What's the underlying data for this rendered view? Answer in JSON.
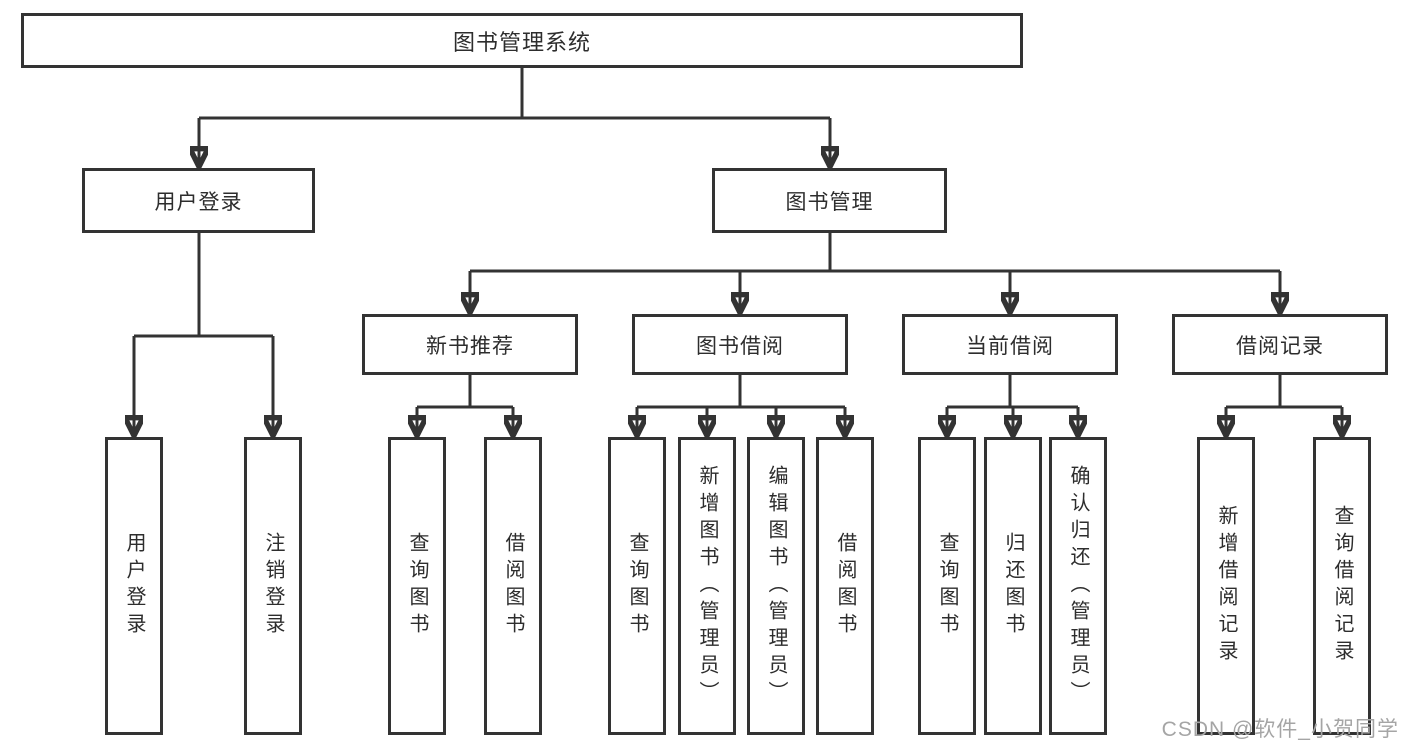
{
  "diagram": {
    "root": {
      "label": "图书管理系统",
      "children": [
        {
          "label": "用户登录",
          "children": [
            {
              "label": "用户登录"
            },
            {
              "label": "注销登录"
            }
          ]
        },
        {
          "label": "图书管理",
          "children": [
            {
              "label": "新书推荐",
              "children": [
                {
                  "label": "查询图书"
                },
                {
                  "label": "借阅图书"
                }
              ]
            },
            {
              "label": "图书借阅",
              "children": [
                {
                  "label": "查询图书"
                },
                {
                  "label": "新增图书（管理员）"
                },
                {
                  "label": "编辑图书（管理员）"
                },
                {
                  "label": "借阅图书"
                }
              ]
            },
            {
              "label": "当前借阅",
              "children": [
                {
                  "label": "查询图书"
                },
                {
                  "label": "归还图书"
                },
                {
                  "label": "确认归还（管理员）"
                }
              ]
            },
            {
              "label": "借阅记录",
              "children": [
                {
                  "label": "新增借阅记录"
                },
                {
                  "label": "查询借阅记录"
                }
              ]
            }
          ]
        }
      ]
    }
  },
  "watermark": "CSDN @软件_小贺同学",
  "colors": {
    "line": "#333333",
    "box_border": "#333333",
    "text": "#2d2d2d",
    "watermark": "#a5a5a5",
    "background": "#ffffff"
  }
}
